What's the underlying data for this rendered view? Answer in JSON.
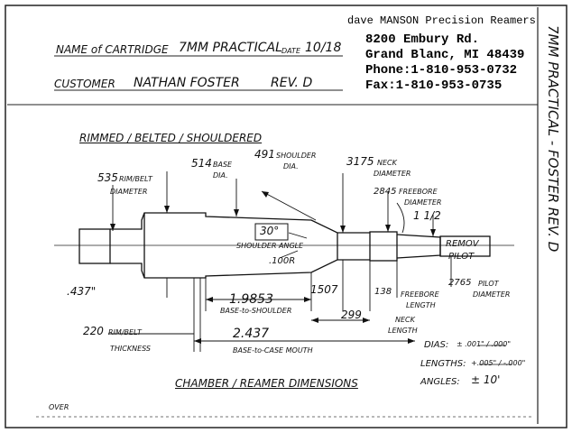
{
  "company": {
    "name_line": "dave MANSON Precision Reamers",
    "address": "8200 Embury Rd.",
    "city": "Grand Blanc, MI 48439",
    "phone": "Phone:1-810-953-0732",
    "fax": "Fax:1-810-953-0735"
  },
  "header": {
    "cartridge_label": "NAME of CARTRIDGE",
    "cartridge_value": "7MM PRACTICAL",
    "date_label": "DATE",
    "date_value": "10/18",
    "customer_label": "CUSTOMER",
    "customer_value": "NATHAN FOSTER",
    "rev": "REV. D"
  },
  "side_note": "7MM PRACTICAL - FOSTER   REV. D",
  "type_line": "RIMMED / BELTED / SHOULDERED",
  "dimensions": {
    "rim_dia_value": "535",
    "rim_dia_label1": "RIM/BELT",
    "rim_dia_label2": "DIAMETER",
    "base_dia_value": "514",
    "base_dia_label1": "BASE",
    "base_dia_label2": "DIA.",
    "shoulder_dia_value": "491",
    "shoulder_dia_label1": "SHOULDER",
    "shoulder_dia_label2": "DIA.",
    "neck_dia_value": "3175",
    "neck_dia_label1": "NECK",
    "neck_dia_label2": "DIAMETER",
    "freebore_dia_value": "2845",
    "freebore_dia_label1": "FREEBORE",
    "freebore_dia_label2": "DIAMETER",
    "freebore_angle": "1 1/2",
    "shoulder_angle_value": "30°",
    "shoulder_angle_label": "SHOULDER ANGLE",
    "radius": ".100R",
    "removable_pilot_1": "REMOV",
    "removable_pilot_2": "PILOT",
    "pilot_dia_value": "2765",
    "pilot_dia_label1": "PILOT",
    "pilot_dia_label2": "DIAMETER",
    "shank_value": ".437\"",
    "base_to_shoulder_value": "1.9853",
    "base_to_shoulder_label": "BASE-to-SHOULDER",
    "shoulder_len_value": "1507",
    "freebore_len_value": "138",
    "freebore_len_label1": "FREEBORE",
    "freebore_len_label2": "LENGTH",
    "neck_len_value": "299",
    "neck_len_label1": "NECK",
    "neck_len_label2": "LENGTH",
    "rim_thick_value": "220",
    "rim_thick_label1": "RIM/BELT",
    "rim_thick_label2": "THICKNESS",
    "case_len_value": "2.437",
    "case_len_label": "BASE-to-CASE MOUTH"
  },
  "tolerances": {
    "dias_label": "DIAS:",
    "dias_value": "± .001\" / .000\"",
    "lengths_label": "LENGTHS:",
    "lengths_value": "+.005\" / -.000\"",
    "angles_label": "ANGLES:",
    "angles_value": "± 10'"
  },
  "footer_title": "CHAMBER / REAMER DIMENSIONS",
  "over": "OVER"
}
